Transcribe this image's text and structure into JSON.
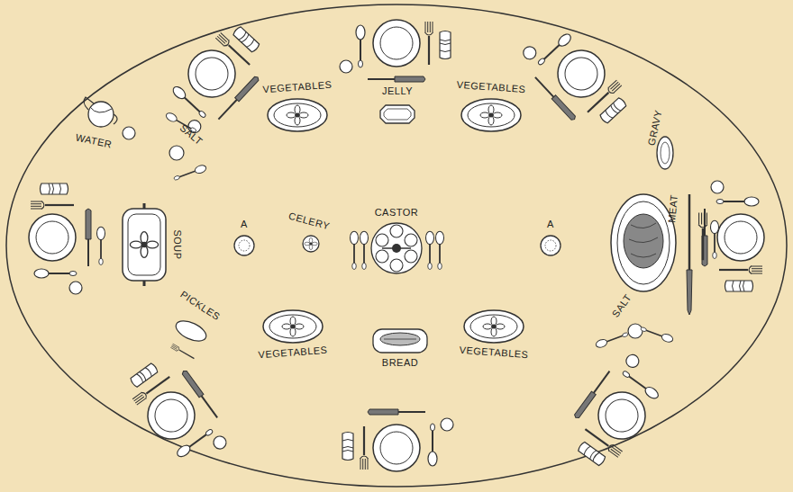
{
  "diagram": {
    "labels": [
      "VEGETABLES",
      "JELLY",
      "VEGETABLES",
      "WATER",
      "SALT",
      "GRAVY",
      "A",
      "CELERY",
      "CASTOR",
      "A",
      "SOUP",
      "MEAT",
      "PICKLES",
      "SALT",
      "VEGETABLES",
      "BREAD",
      "VEGETABLES"
    ]
  }
}
